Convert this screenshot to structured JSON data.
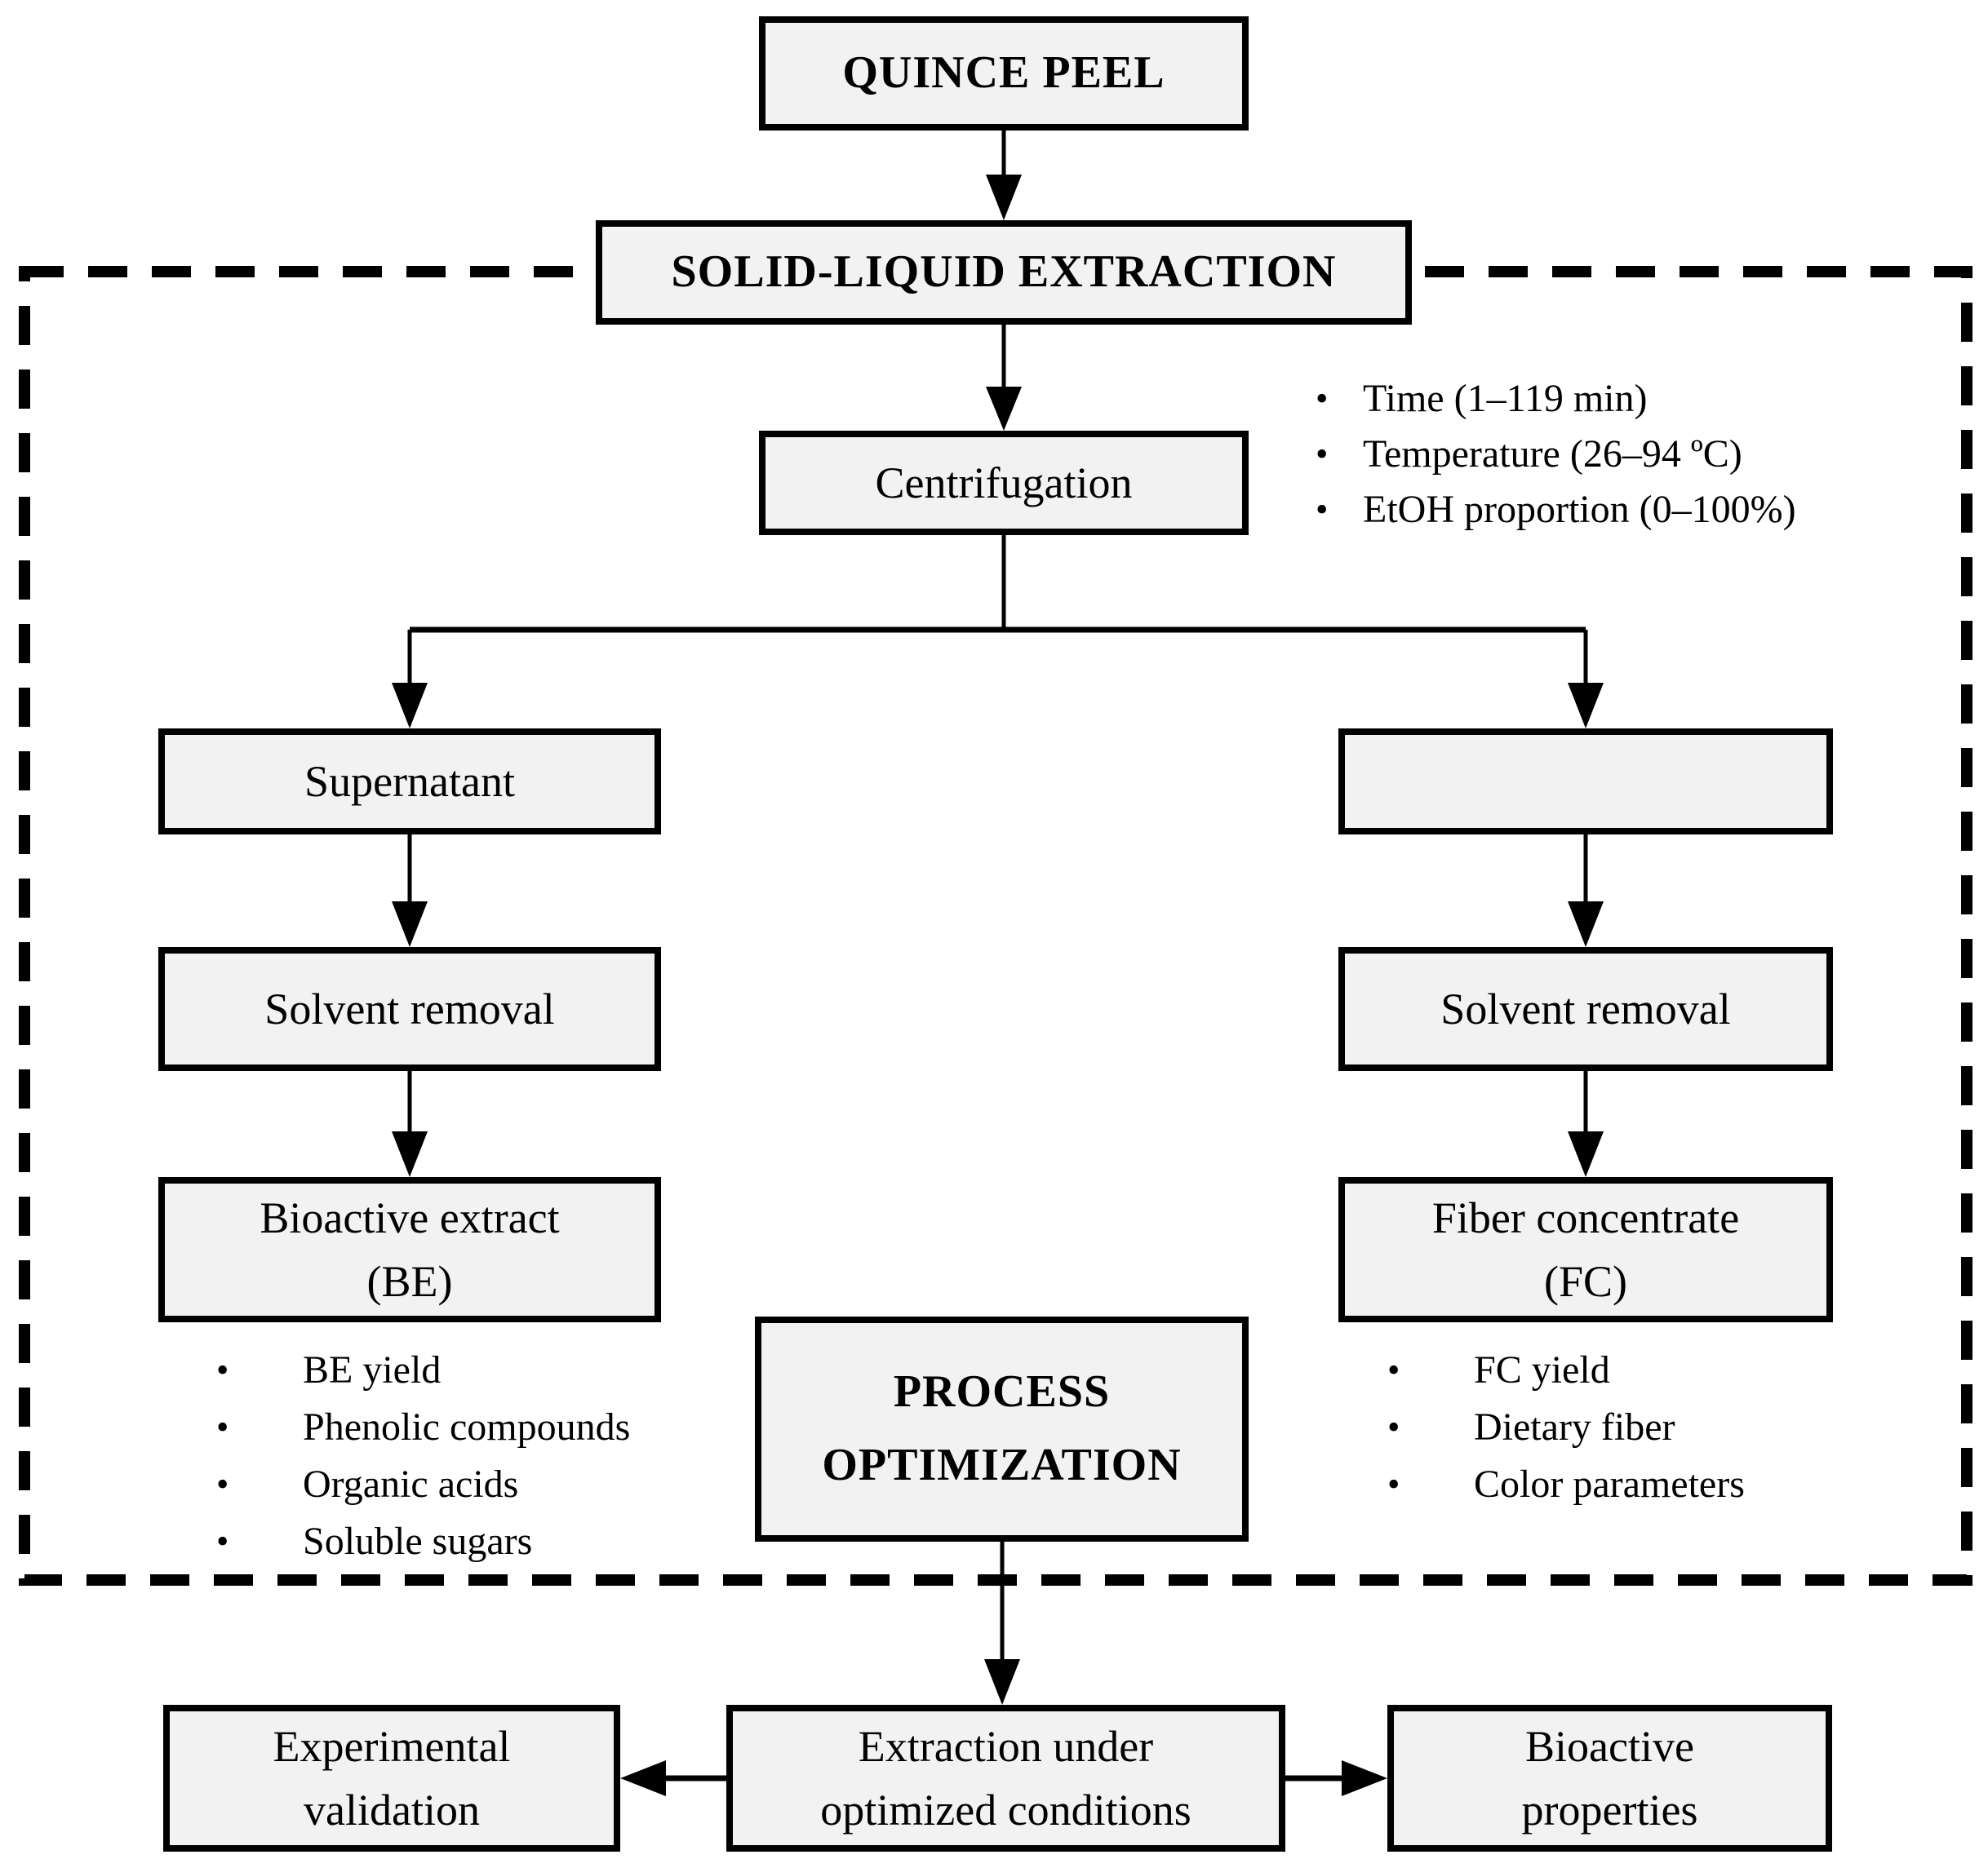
{
  "nodes": {
    "quince_peel": "QUINCE PEEL",
    "solid_liquid_extraction": "SOLID-LIQUID EXTRACTION",
    "centrifugation": "Centrifugation",
    "supernatant": "Supernatant",
    "solvent_removal_left": "Solvent removal",
    "solvent_removal_right": "Solvent removal",
    "bioactive_extract": "Bioactive extract\n(BE)",
    "fiber_concentrate": "Fiber concentrate\n(FC)",
    "process_optimization": "PROCESS\nOPTIMIZATION",
    "experimental_validation": "Experimental\nvalidation",
    "extraction_optimized": "Extraction under\noptimized conditions",
    "bioactive_properties": "Bioactive\nproperties"
  },
  "lists": {
    "extraction_conditions": [
      "Time (1–119 min)",
      "Temperature (26–94 ºC)",
      "EtOH proportion (0–100%)"
    ],
    "be_outputs": [
      "BE yield",
      "Phenolic compounds",
      "Organic acids",
      "Soluble sugars"
    ],
    "fc_outputs": [
      "FC yield",
      "Dietary fiber",
      "Color parameters"
    ]
  },
  "colors": {
    "node_fill": "#f2f2f2",
    "node_border": "#000000",
    "text": "#000000",
    "background": "#ffffff"
  }
}
